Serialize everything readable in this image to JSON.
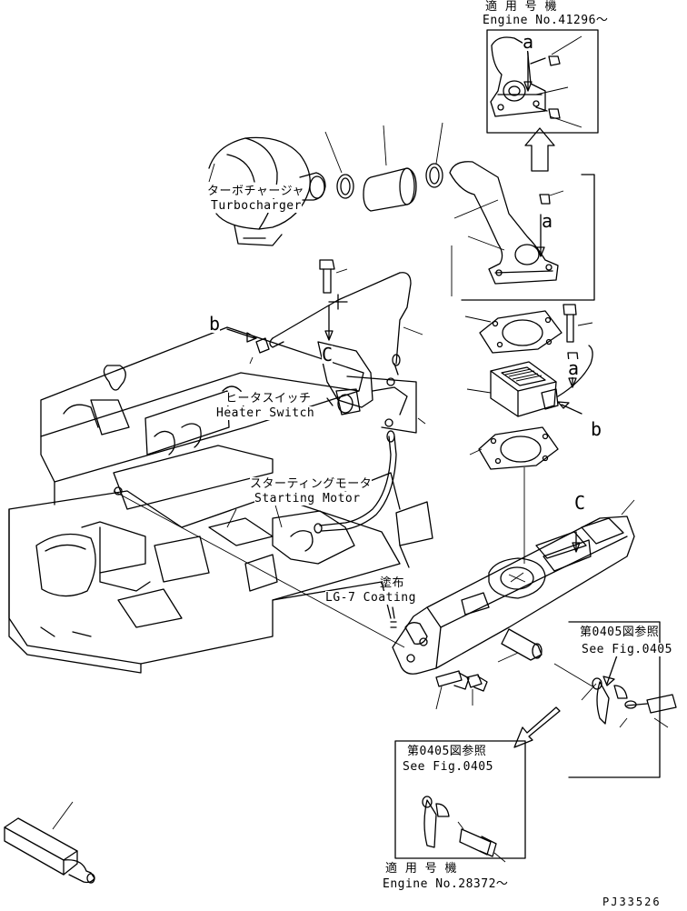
{
  "labels": {
    "applicable_top": "適 用 号 機",
    "engine_no_top": "Engine No.41296～",
    "turbo_jp": "ターボチャージャ",
    "turbo_en": "Turbocharger",
    "heater_jp": "ヒータスイッチ",
    "heater_en": "Heater Switch",
    "starting_jp": "スターティングモータ",
    "starting_en": "Starting Motor",
    "coating_jp": "塗布",
    "coating_en": "LG-7 Coating",
    "see_fig_right_jp": "第0405図参照",
    "see_fig_right_en": "See Fig.0405",
    "see_fig_bottom_jp": "第0405図参照",
    "see_fig_bottom_en": "See Fig.0405",
    "applicable_bottom": "適 用 号 機",
    "engine_no_bottom": "Engine No.28372～",
    "page_code": "PJ33526"
  },
  "letters": {
    "a_inset": "a",
    "a_elbow": "a",
    "a_heater": "a",
    "b_left": "b",
    "b_right": "b",
    "c_mid": "C",
    "c_manifold": "C"
  }
}
